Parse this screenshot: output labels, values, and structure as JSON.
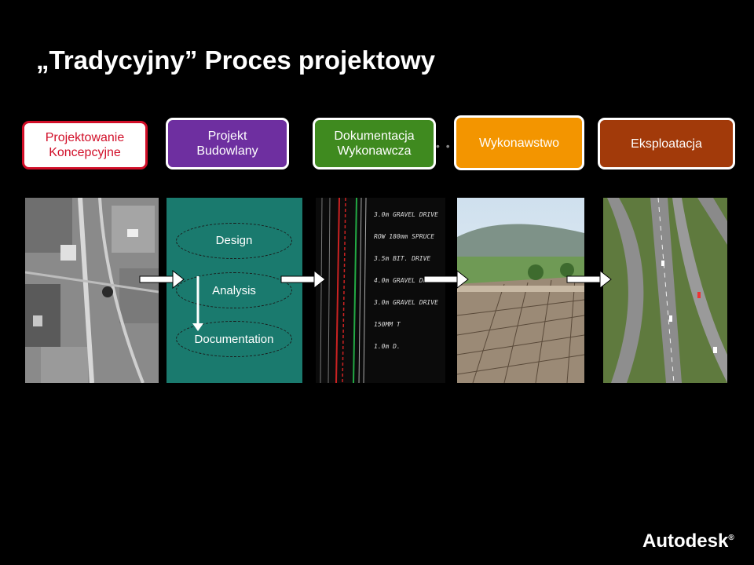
{
  "title": "„Tradycyjny” Proces projektowy",
  "stages": [
    {
      "line1": "Projektowanie",
      "line2": "Koncepcyjne"
    },
    {
      "line1": "Projekt",
      "line2": "Budowlany"
    },
    {
      "line1": "Dokumentacja",
      "line2": "Wykonawcza"
    },
    {
      "line1": "Wykonawstwo",
      "line2": ""
    },
    {
      "line1": "Eksploatacja",
      "line2": ""
    }
  ],
  "design_panel": {
    "design": "Design",
    "analysis": "Analysis",
    "documentation": "Documentation"
  },
  "drawing_notes": [
    "3.0m GRAVEL DRIVE",
    "ROW 180mm SPRUCE",
    "3.5m BIT. DRIVE",
    "4.0m GRAVEL DRIVE",
    "3.0m GRAVEL DRIVE",
    "150MM T",
    "1.0m D."
  ],
  "logo": "Autodesk",
  "logo_mark": "®",
  "colors": {
    "red": "#d10e28",
    "purple": "#6e2fa0",
    "green": "#3f8a1f",
    "orange": "#f39500",
    "brown": "#a23a0a",
    "teal": "#1a7a6e"
  }
}
